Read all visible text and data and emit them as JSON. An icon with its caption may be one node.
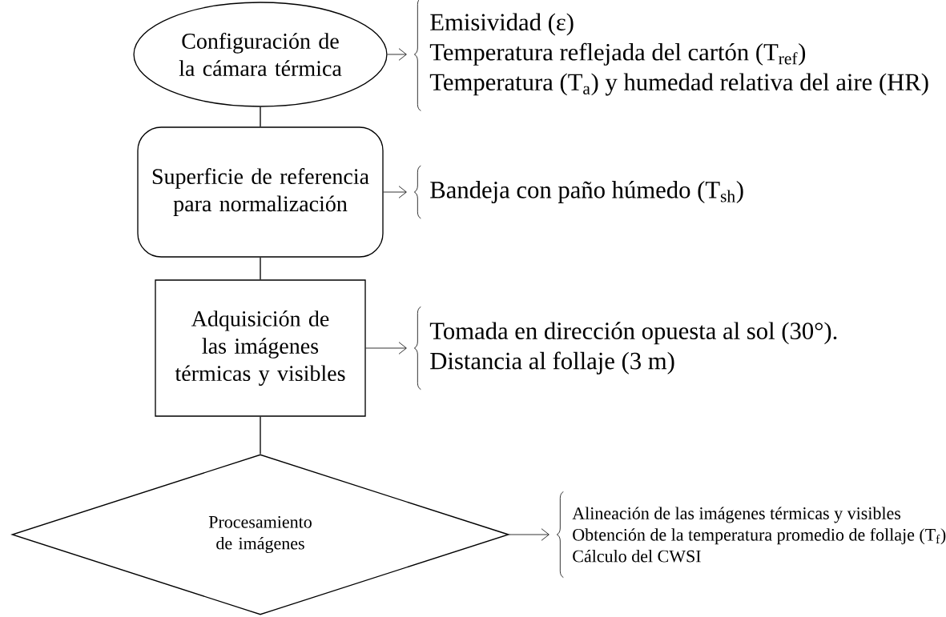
{
  "diagram": {
    "nodes": [
      {
        "text": [
          "Configuración de la cámara térmica"
        ]
      },
      {
        "text": [
          "Superficie de referencia para normalización"
        ]
      },
      {
        "text": [
          "Adquisición de las imágenes térmicas y visibles"
        ]
      },
      {
        "text": [
          "Procesamiento de imágenes"
        ]
      },
      {
        "text": [
          "Emisividad (ε)",
          "Temperatura reflejada del cartón (T$_{ref}$)",
          "Temperatura (T$_{a}$) y humedad relativa del aire (HR)"
        ]
      },
      {
        "text": [
          "Bandeja con paño húmedo (T$_{sh}$)"
        ]
      },
      {
        "text": [
          "Tomada en dirección opuesta al sol (30°).",
          "Distancia al follaje (3 m)"
        ]
      },
      {
        "text": [
          "Alineación de las imágenes térmicas y visibles",
          "Obtención de la temperatura promedio de follaje (T$_{f}$)",
          "Cálculo del CWSI"
        ]
      }
    ],
    "edges": [
      {
        "from": 0,
        "to": 1,
        "arrow": "none"
      },
      {
        "from": 1,
        "to": 2,
        "arrow": "none"
      },
      {
        "from": 2,
        "to": 3,
        "arrow": "none"
      },
      {
        "from": 0,
        "to": 4,
        "arrow": "to"
      },
      {
        "from": 1,
        "to": 5,
        "arrow": "to"
      },
      {
        "from": 2,
        "to": 6,
        "arrow": "to"
      },
      {
        "from": 3,
        "to": 7,
        "arrow": "to"
      }
    ]
  }
}
